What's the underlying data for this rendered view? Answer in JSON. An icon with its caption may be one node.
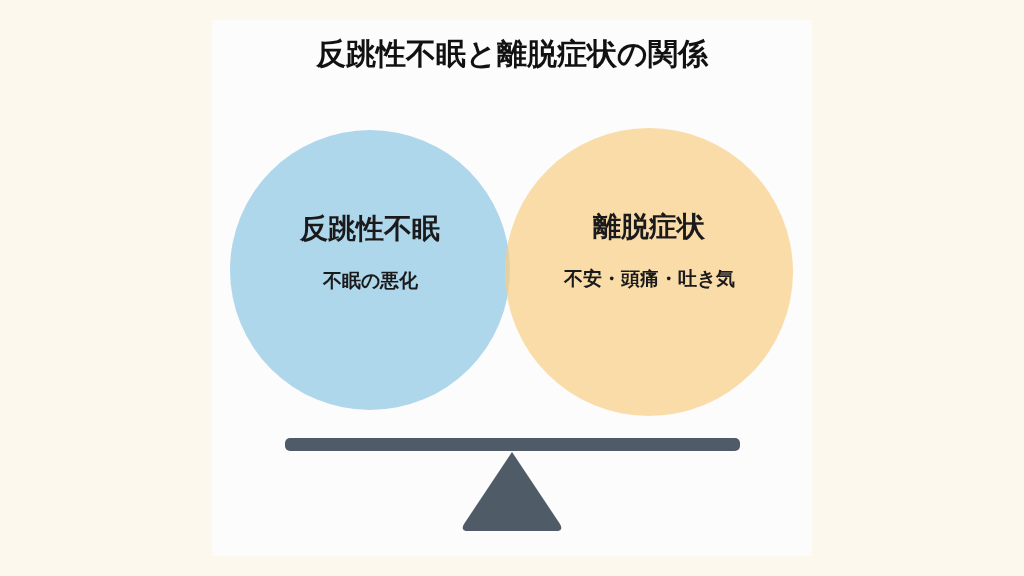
{
  "diagram": {
    "title": "反跳性不眠と離脱症状の関係",
    "nodes": [
      {
        "text": [
          "反跳性不眠",
          "不眠の悪化"
        ]
      },
      {
        "text": [
          "離脱症状",
          "不安・頭痛・吐き気"
        ]
      }
    ]
  }
}
